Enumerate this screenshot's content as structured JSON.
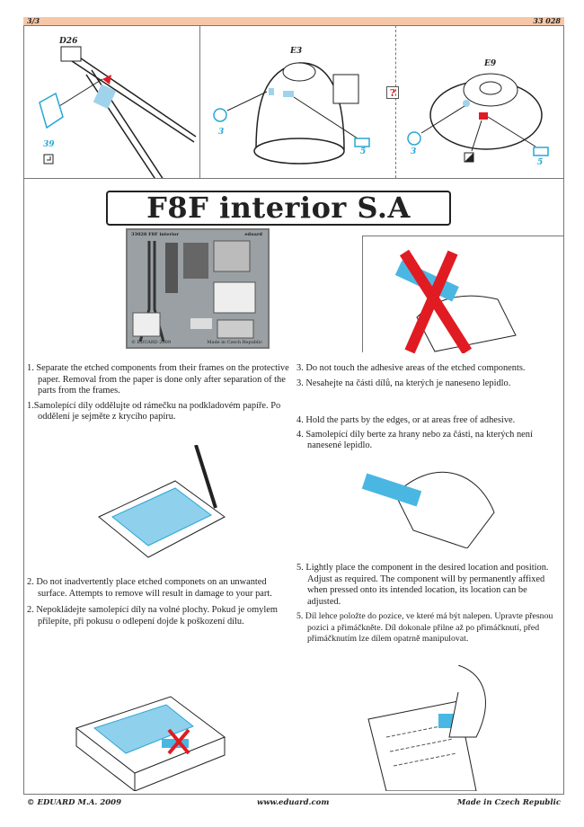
{
  "header": {
    "page": "3/3",
    "code": "33 028"
  },
  "steps_top": [
    {
      "part": "D26",
      "num": "39"
    },
    {
      "part": "E3",
      "num_left": "3",
      "num_right": "5"
    },
    {
      "part": "E9",
      "num_left": "3",
      "num_right": "5"
    }
  ],
  "question_mark": "?",
  "title": "F8F interior S.A",
  "fret": {
    "code": "33028  F8F interior",
    "brand": "eduard",
    "copyright": "© EDUARD 2009",
    "made_in": "Made in Czech Republic"
  },
  "instructions": {
    "s1_en": "1. Separate the etched components from their frames on the protective paper. Removal from the paper is done only after separation of the parts from the frames.",
    "s1_cz": "1.Samolepící díly oddělujte od rámečku na podkladovém papíře. Po oddělení je sejměte z krycího papíru.",
    "s3_en": "3. Do not touch the adhesive areas of the etched components.",
    "s3_cz": "3. Nesahejte na části dílů, na kterých je naneseno lepidlo.",
    "s4_en": "4. Hold the parts by the edges, or at areas free of adhesive.",
    "s4_cz": "4. Samolepící díly berte za hrany nebo za části, na kterých není nanesené lepidlo.",
    "s2_en": "2. Do not inadvertently place  etched componets on an unwanted  surface. Attempts  to remove will result in damage to your part.",
    "s2_cz": "2. Nepokládejte  samolepící díly na volné plochy. Pokud je  omylem přilepíte, při pokusu o odlepení dojde k poškození  dílu.",
    "s5_en": "5. Lightly place the component in the desired location and position. Adjust as required. The component will by permanently affixed when pressed onto its intended location, its location can be adjusted.",
    "s5_cz": "5. Díl lehce položte do pozice, ve které má být nalepen. Upravte přesnou pozici a přimáčkněte. Díl dokonale přilne až po přimáčknutí, před přimáčknutím lze dílem opatrně manipulovat."
  },
  "footer": {
    "copyright": "© EDUARD  M.A. 2009",
    "url": "www.eduard.com",
    "made_in": "Made in Czech Republic"
  },
  "colors": {
    "header": "#f6c7a6",
    "blue": "#2aa6d5",
    "red": "#e01b22"
  }
}
